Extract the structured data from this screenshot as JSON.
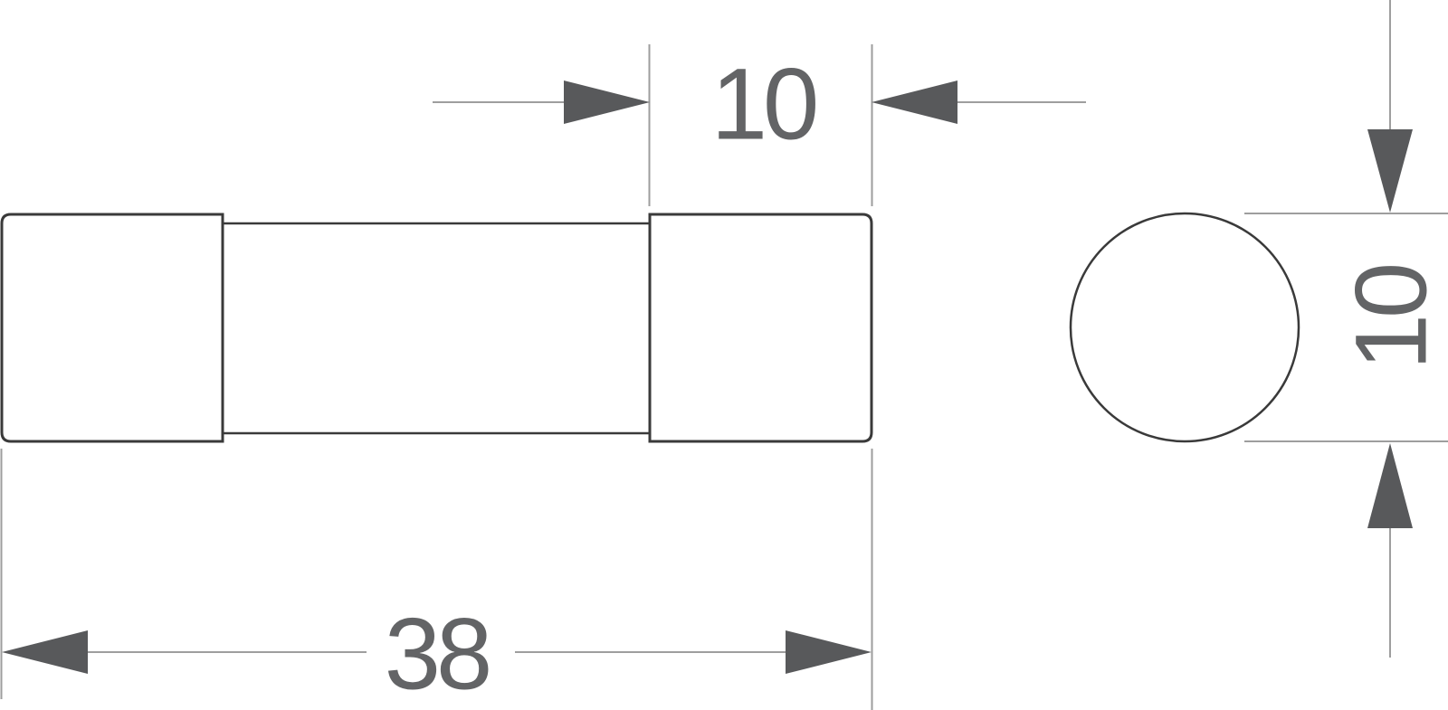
{
  "drawing": {
    "views": {
      "side_view_name": "fuse-side-view",
      "end_view_name": "fuse-end-view"
    },
    "dimensions": {
      "cap_width": {
        "label": "10"
      },
      "overall_length": {
        "label": "38"
      },
      "diameter": {
        "label": "10"
      }
    },
    "colors": {
      "background": "#ffffff",
      "part_fill": "#ffffff",
      "part_outline": "#3a3a3a",
      "dimension_line": "#9e9e9e",
      "arrow": "#58595b",
      "text": "#636466"
    }
  }
}
